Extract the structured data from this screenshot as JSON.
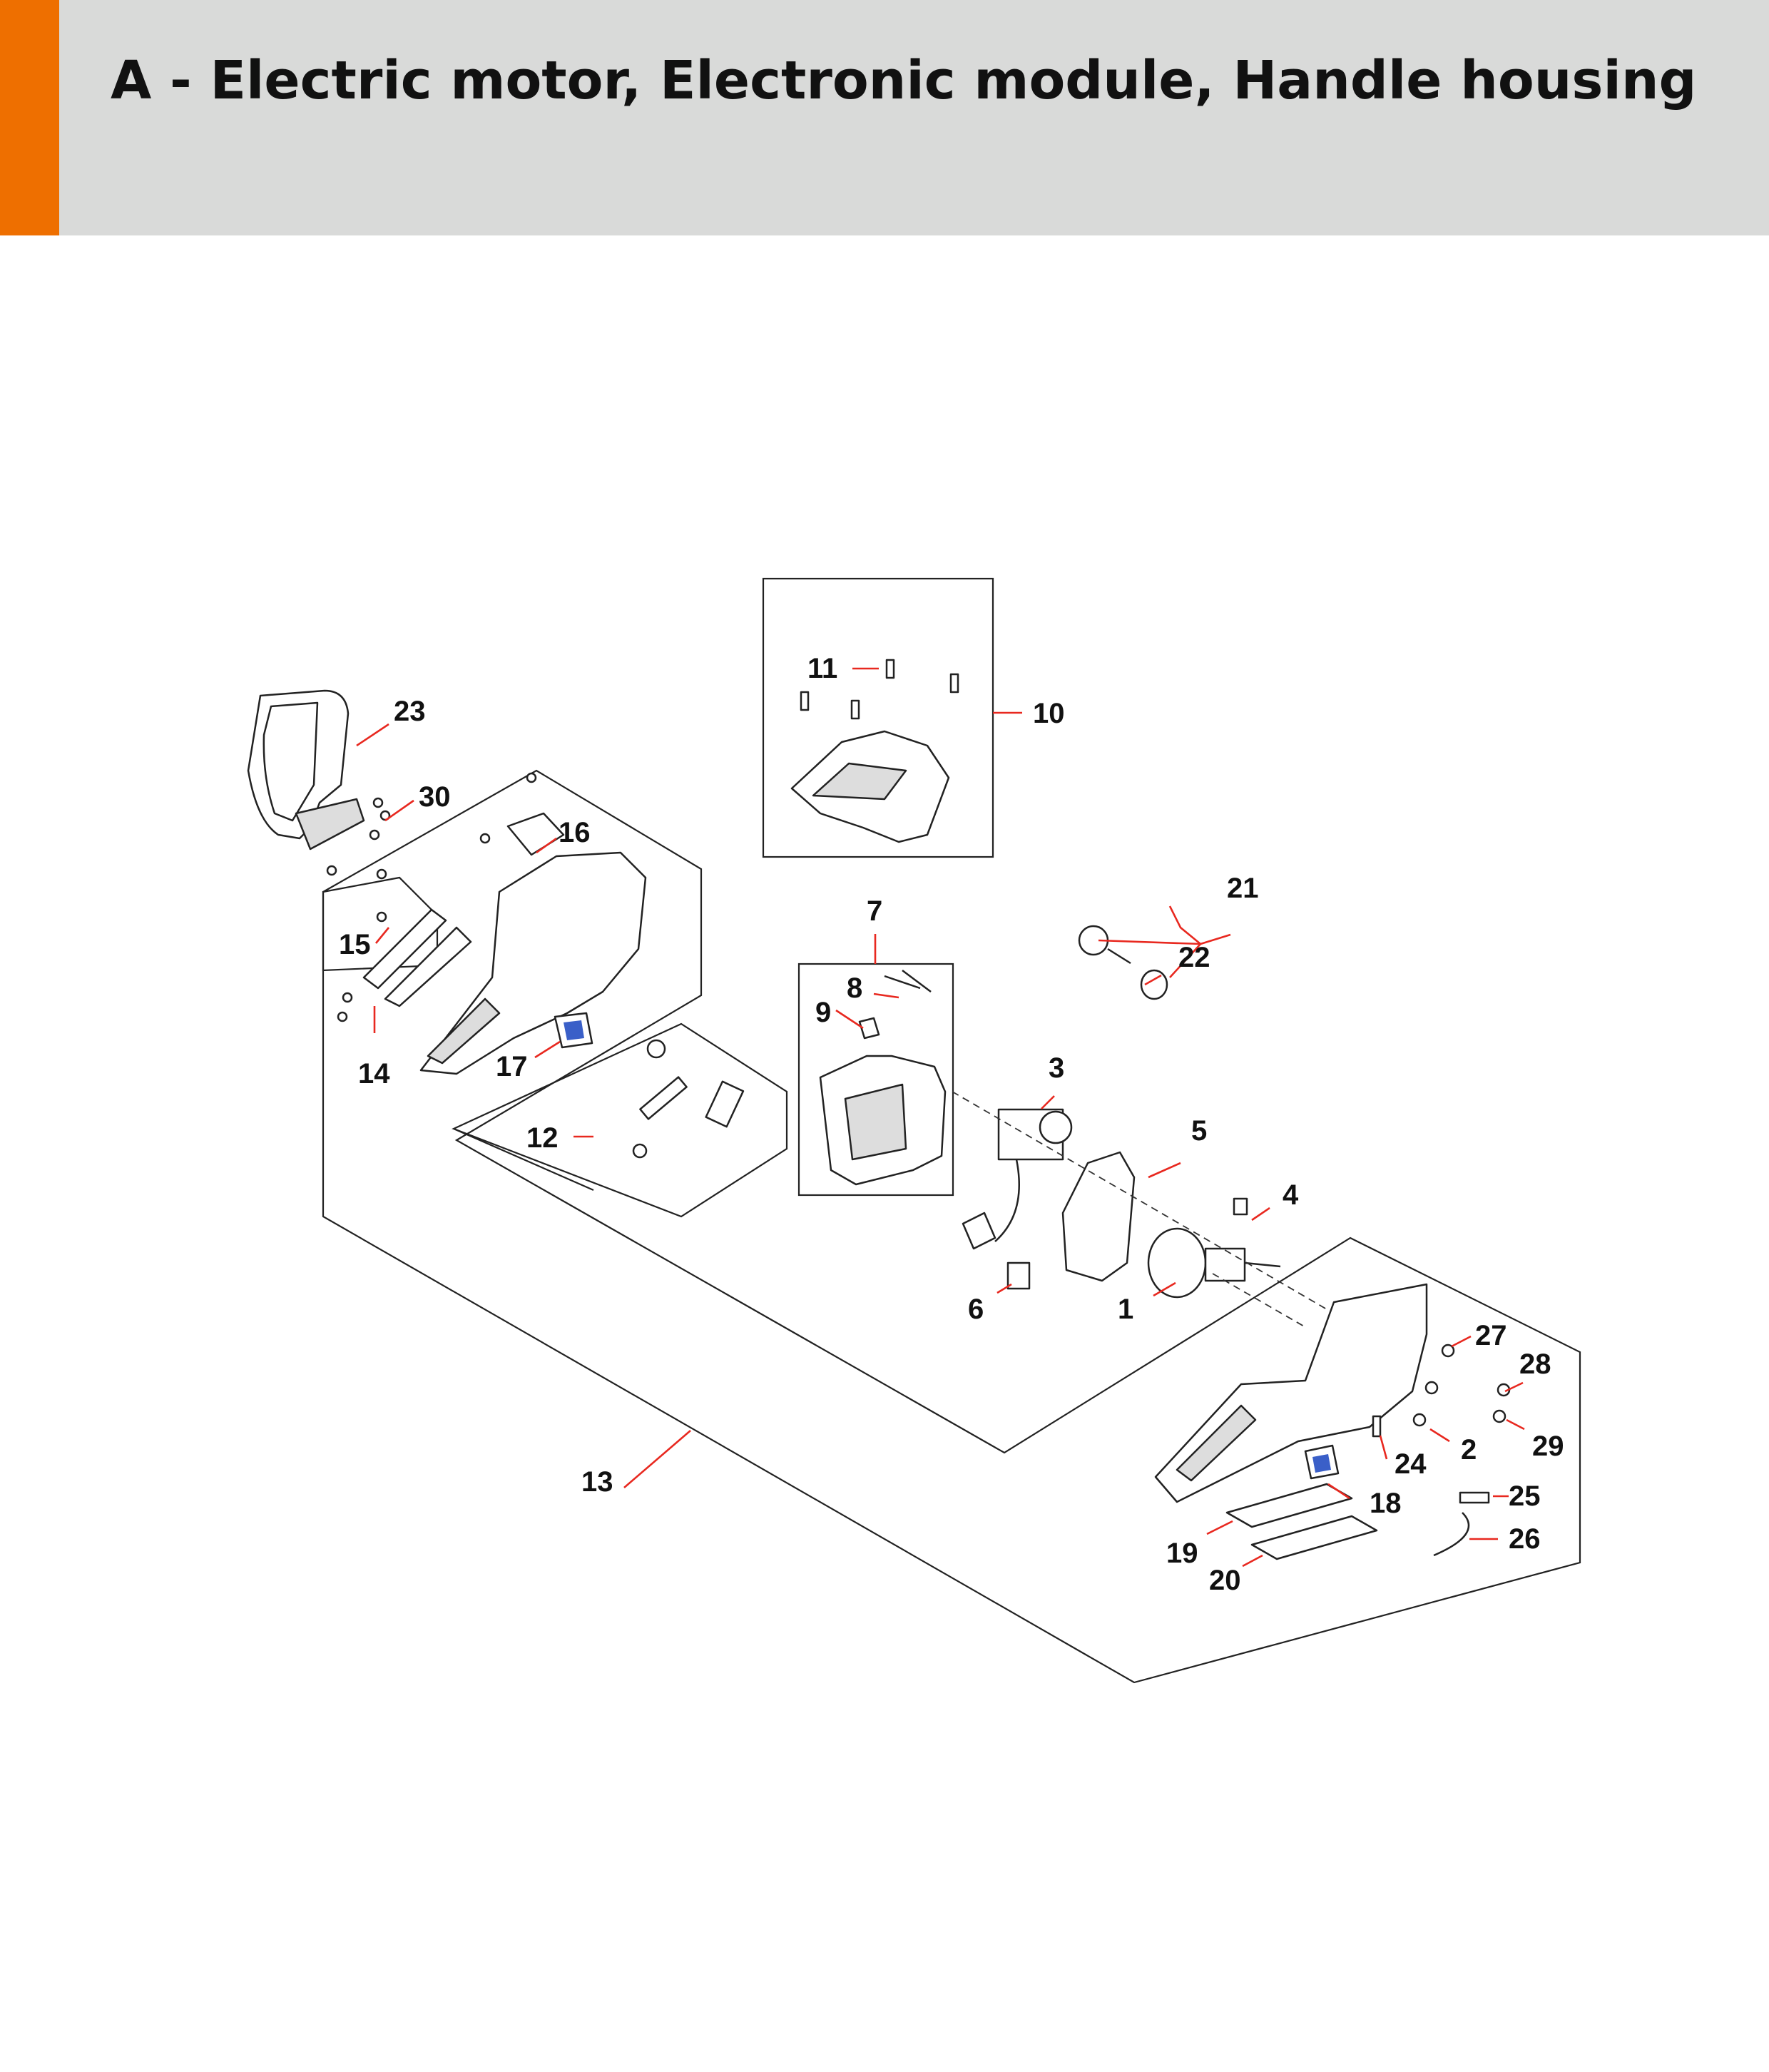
{
  "header": {
    "title": "A - Electric motor, Electronic module, Handle housing",
    "accent_color": "#ee6f00",
    "background_color": "#d9dad9"
  },
  "diagram": {
    "leader_color": "#e8281f",
    "callouts": [
      "1",
      "2",
      "3",
      "4",
      "5",
      "6",
      "7",
      "8",
      "9",
      "10",
      "11",
      "12",
      "13",
      "14",
      "15",
      "16",
      "17",
      "18",
      "19",
      "20",
      "21",
      "22",
      "23",
      "24",
      "25",
      "26",
      "27",
      "28",
      "29",
      "30"
    ]
  }
}
